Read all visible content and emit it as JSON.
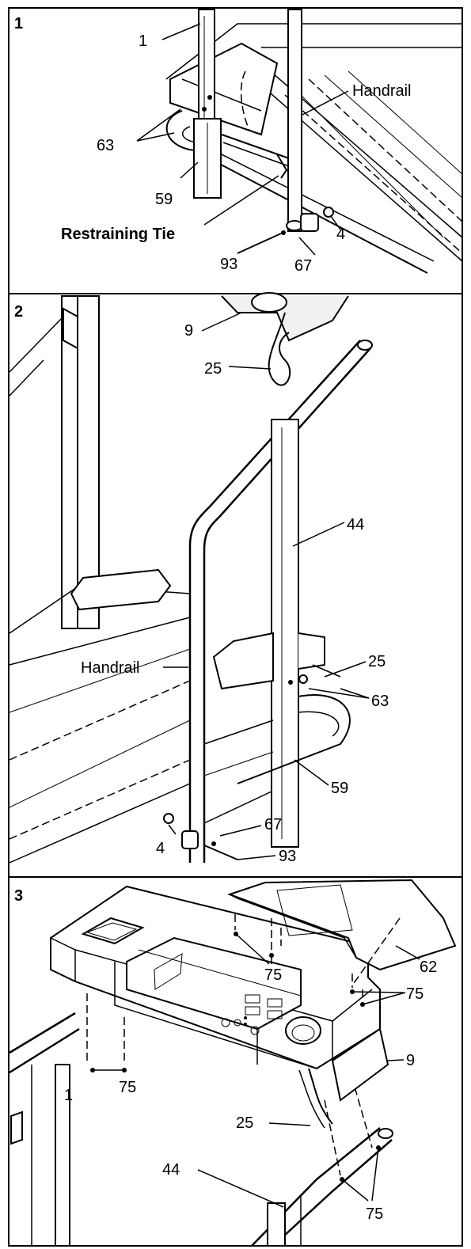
{
  "panels": [
    {
      "step": "1",
      "labels": {
        "part_1": "1",
        "part_63": "63",
        "handrail": "Handrail",
        "part_59": "59",
        "restraining_tie": "Restraining Tie",
        "part_4": "4",
        "part_93": "93",
        "part_67": "67"
      }
    },
    {
      "step": "2",
      "labels": {
        "part_9": "9",
        "part_25_top": "25",
        "part_44": "44",
        "handrail": "Handrail",
        "part_25_mid": "25",
        "part_63": "63",
        "part_59": "59",
        "part_67": "67",
        "part_4": "4",
        "part_93": "93"
      }
    },
    {
      "step": "3",
      "labels": {
        "part_75_a": "75",
        "part_62": "62",
        "part_75_b": "75",
        "part_1": "1",
        "part_75_c": "75",
        "part_9": "9",
        "part_25": "25",
        "part_44": "44",
        "part_75_d": "75"
      }
    }
  ]
}
